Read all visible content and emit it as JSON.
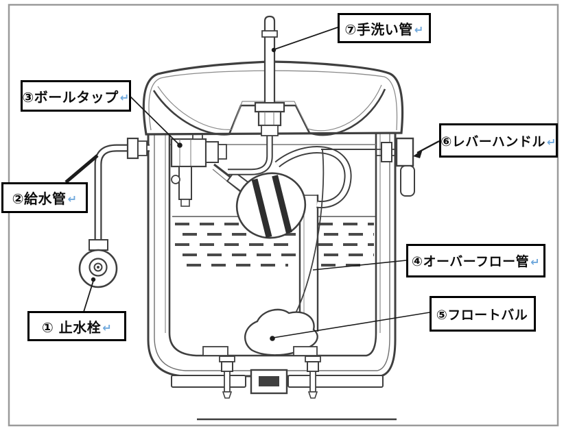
{
  "figure": {
    "name": "toilet-tank-parts-diagram",
    "colors": {
      "line": "#3f3f3f",
      "frame_border": "#9a9a9a",
      "label_border": "#000000",
      "return_mark_blue": "#6fa8dc",
      "background": "#ffffff"
    }
  },
  "labels": {
    "stop_valve": {
      "text": "① 止水栓",
      "mark": "↵"
    },
    "supply_pipe": {
      "text": "②給水管",
      "mark": "↵"
    },
    "ball_tap": {
      "text": "③ボールタップ",
      "mark": "↵"
    },
    "overflow_pipe": {
      "text": "④オーバーフロー管",
      "mark": "↵"
    },
    "float_valve": {
      "text": "⑤フロートバル",
      "mark": ""
    },
    "lever_handle": {
      "text": "⑥レバーハンドル",
      "mark": "↵"
    },
    "hand_wash_pipe": {
      "text": "⑦手洗い管",
      "mark": "↵"
    }
  }
}
